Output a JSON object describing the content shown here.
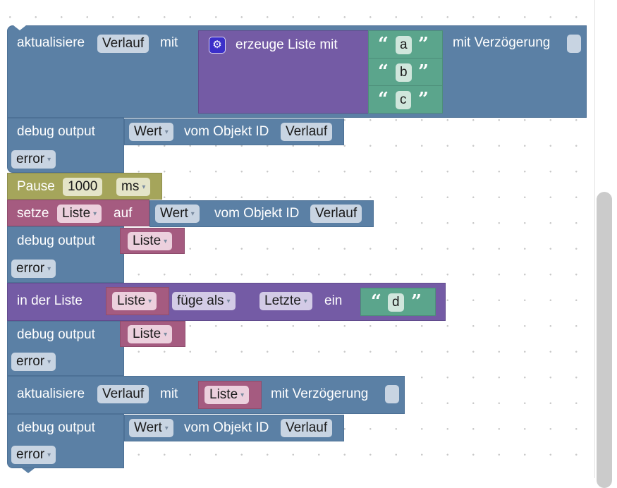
{
  "colors": {
    "statement_blue": "#5b80a5",
    "list_purple": "#745ba5",
    "text_green": "#5ba58c",
    "timing_olive": "#a5a55b",
    "variable_pink": "#a55b80"
  },
  "blocks": {
    "update1": {
      "label": "aktualisiere",
      "object": "Verlauf",
      "with": "mit",
      "delay_label": "mit Verzögerung",
      "create_list": {
        "icon": "gear-icon",
        "label": "erzeuge Liste mit",
        "items": [
          "a",
          "b",
          "c"
        ]
      }
    },
    "debug1": {
      "label": "debug output",
      "value_dropdown": "Wert",
      "of_object": "vom Objekt ID",
      "object": "Verlauf",
      "level": "error"
    },
    "pause": {
      "label": "Pause",
      "value": "1000",
      "unit": "ms"
    },
    "set_var": {
      "label": "setze",
      "variable": "Liste",
      "to": "auf",
      "value_dropdown": "Wert",
      "of_object": "vom Objekt ID",
      "object": "Verlauf"
    },
    "debug2": {
      "label": "debug output",
      "variable": "Liste",
      "level": "error"
    },
    "list_insert": {
      "label": "in der Liste",
      "variable": "Liste",
      "mode": "füge als",
      "position": "Letzte",
      "suffix": "ein",
      "text": "d"
    },
    "debug3": {
      "label": "debug output",
      "variable": "Liste",
      "level": "error"
    },
    "update2": {
      "label": "aktualisiere",
      "object": "Verlauf",
      "with": "mit",
      "variable": "Liste",
      "delay_label": "mit Verzögerung"
    },
    "debug4": {
      "label": "debug output",
      "value_dropdown": "Wert",
      "of_object": "vom Objekt ID",
      "object": "Verlauf",
      "level": "error"
    }
  },
  "quotes": {
    "open": "“",
    "close": "”"
  },
  "dropdown_arrow": "▾",
  "gear_glyph": "⚙"
}
